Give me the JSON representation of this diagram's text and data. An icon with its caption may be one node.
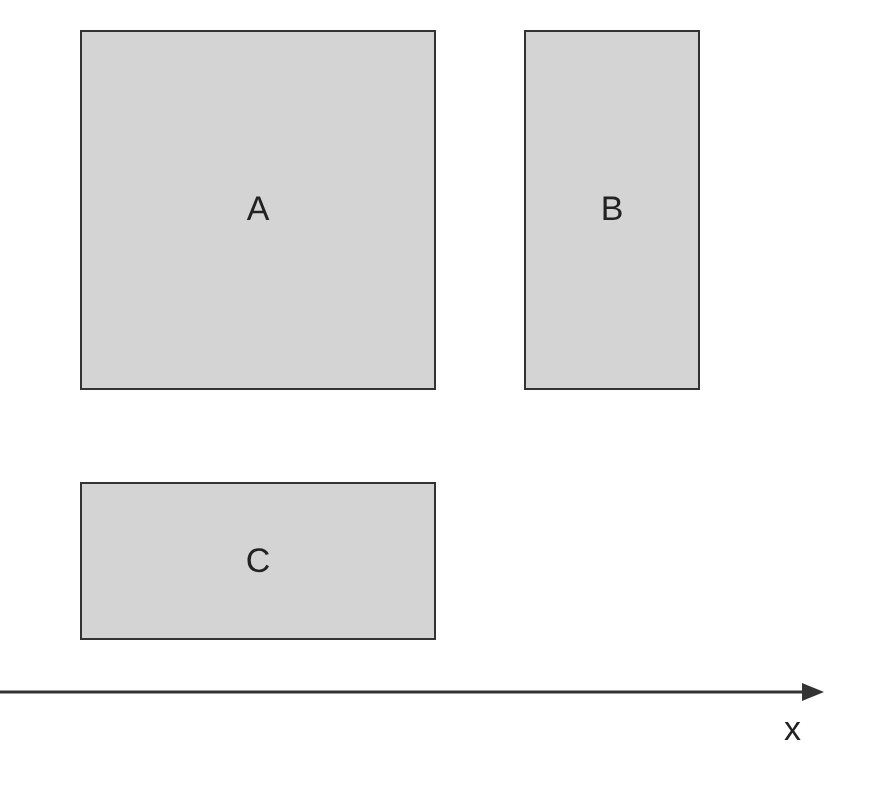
{
  "diagram": {
    "nodes": [
      {
        "text": [
          "A"
        ]
      },
      {
        "text": [
          "B"
        ]
      },
      {
        "text": [
          "C"
        ]
      }
    ],
    "edges": [],
    "labels": [
      "x"
    ]
  }
}
